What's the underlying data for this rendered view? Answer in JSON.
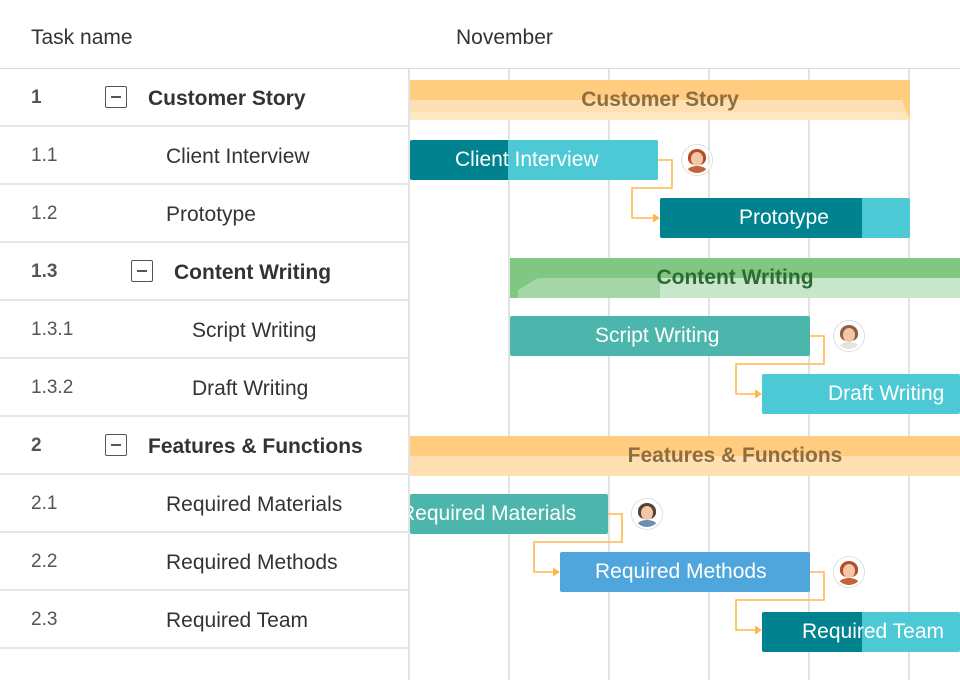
{
  "header": {
    "task_col": "Task name",
    "month": "November"
  },
  "tasks": [
    {
      "num": "1",
      "name": "Customer Story",
      "group": true
    },
    {
      "num": "1.1",
      "name": "Client Interview",
      "group": false
    },
    {
      "num": "1.2",
      "name": "Prototype",
      "group": false
    },
    {
      "num": "1.3",
      "name": "Content Writing",
      "group": true
    },
    {
      "num": "1.3.1",
      "name": "Script Writing",
      "group": false
    },
    {
      "num": "1.3.2",
      "name": "Draft Writing",
      "group": false
    },
    {
      "num": "2",
      "name": "Features & Functions",
      "group": true
    },
    {
      "num": "2.1",
      "name": "Required Materials",
      "group": false
    },
    {
      "num": "2.2",
      "name": "Required Methods",
      "group": false
    },
    {
      "num": "2.3",
      "name": "Required Team",
      "group": false
    }
  ],
  "bars": {
    "customer_story": "Customer Story",
    "client_interview": "Client Interview",
    "prototype": "Prototype",
    "content_writing": "Content Writing",
    "script_writing": "Script Writing",
    "draft_writing": "Draft Writing",
    "features_functions": "Features & Functions",
    "required_materials": "Required Materials",
    "required_methods": "Required Methods",
    "required_team": "Required Team"
  },
  "colors": {
    "orange_summary": "#ffcc80",
    "orange_summary_light": "#ffe0b2",
    "green_summary": "#81c784",
    "green_summary_light": "#c8e6c9",
    "teal_dark": "#00838f",
    "teal_light": "#4dc9d6",
    "green_teal": "#4db6ac",
    "blue": "#4ea6dc",
    "link_orange": "#ffb74d"
  },
  "icons": {
    "collapse": "minus-square-icon",
    "avatar": "user-avatar-icon"
  }
}
